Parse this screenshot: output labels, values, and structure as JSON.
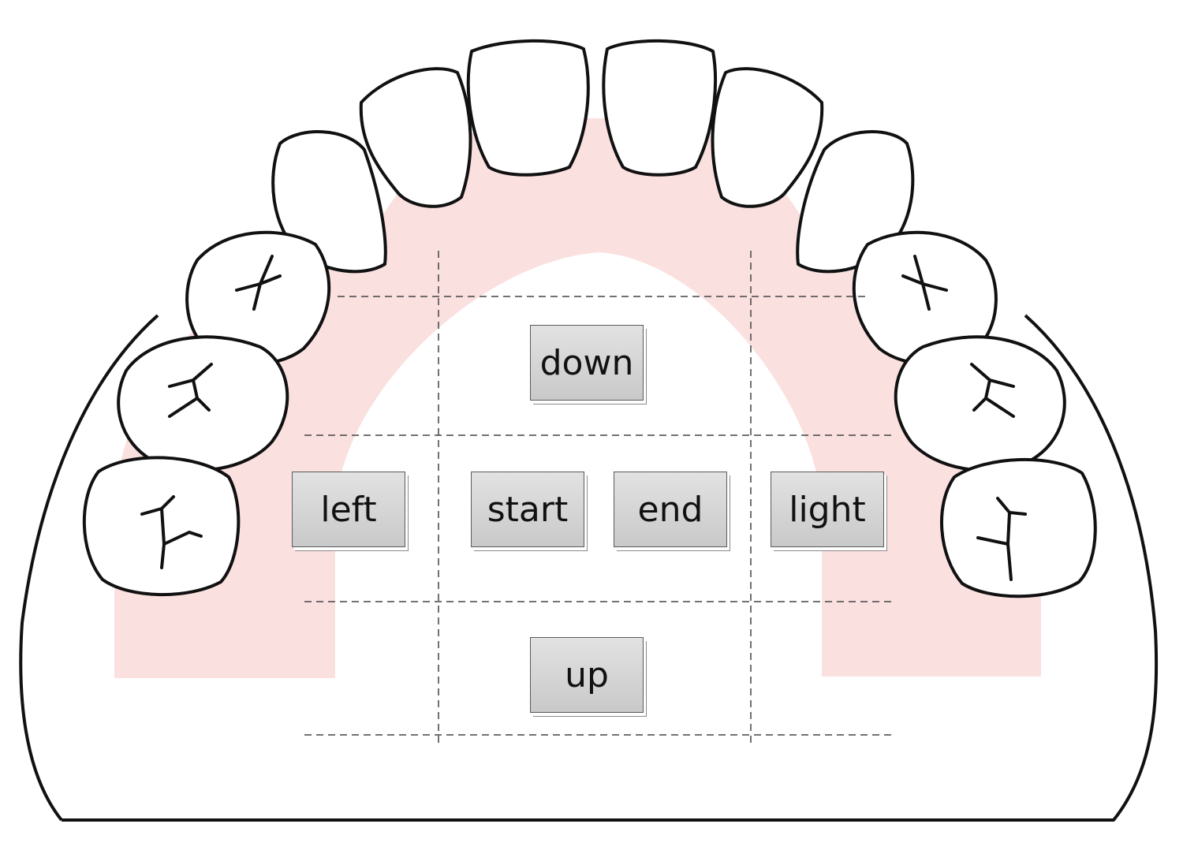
{
  "buttons": {
    "down": "down",
    "left": "left",
    "start": "start",
    "end": "end",
    "light": "light",
    "up": "up"
  },
  "colors": {
    "gum": "#fbe0e0",
    "outline": "#111111",
    "button_fill": "#d6d6d6",
    "grid_line": "#444444"
  }
}
